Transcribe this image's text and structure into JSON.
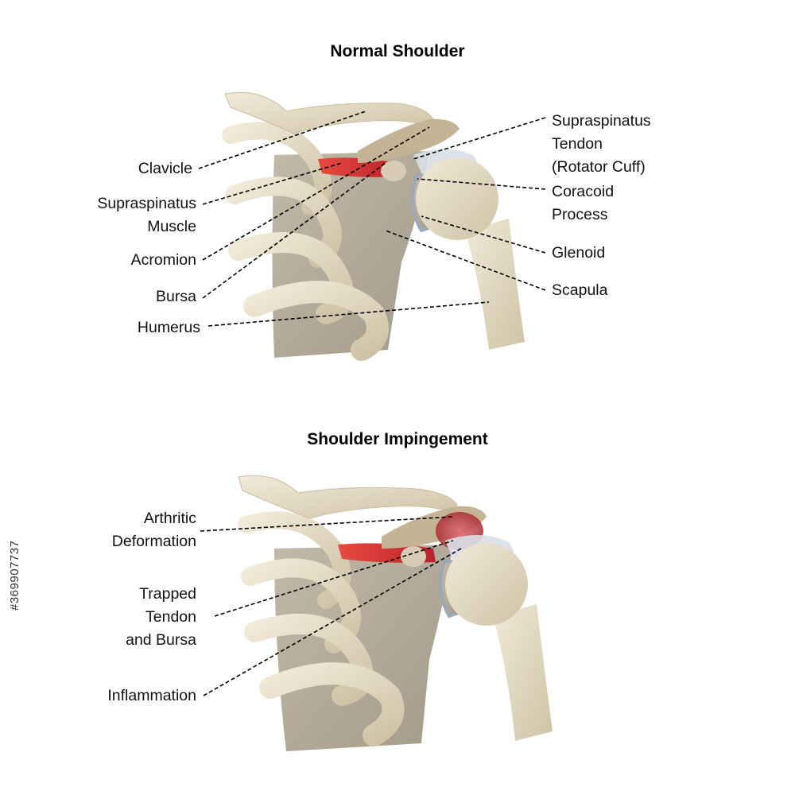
{
  "normal": {
    "title": "Normal Shoulder",
    "labels": {
      "clavicle": "Clavicle",
      "supraspinatus_muscle_1": "Supraspinatus",
      "supraspinatus_muscle_2": "Muscle",
      "acromion": "Acromion",
      "bursa": "Bursa",
      "humerus": "Humerus",
      "supraspinatus_tendon_1": "Supraspinatus",
      "supraspinatus_tendon_2": "Tendon",
      "supraspinatus_tendon_3": "(Rotator Cuff)",
      "coracoid_1": "Coracoid",
      "coracoid_2": "Process",
      "glenoid": "Glenoid",
      "scapula": "Scapula"
    }
  },
  "impingement": {
    "title": "Shoulder Impingement",
    "labels": {
      "arthritic_1": "Arthritic",
      "arthritic_2": "Deformation",
      "trapped_1": "Trapped",
      "trapped_2": "Tendon",
      "trapped_3": "and Bursa",
      "inflammation": "Inflammation"
    }
  },
  "stock_id": "#369907737",
  "colors": {
    "bone": "#e6dcc4",
    "scapula": "#b3aa9a",
    "muscle": "#d9342f",
    "cartilage": "#c6d1dc",
    "inflammation": "#c8474f"
  }
}
